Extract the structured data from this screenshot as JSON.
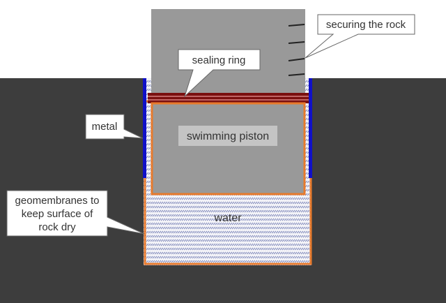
{
  "labels": {
    "securing_rock": "securing the rock",
    "sealing_ring": "sealing ring",
    "metal": "metal",
    "swimming_piston": "swimming piston",
    "water": "water",
    "geomembranes_line1": "geomembranes to",
    "geomembranes_line2": "keep surface of",
    "geomembranes_line3": "rock dry"
  },
  "colors": {
    "ground": "#3d3d3d",
    "rock": "#999999",
    "metal": "#1010c8",
    "sealing_ring": "#7a1010",
    "geomembrane": "#e87a2c",
    "water_hatch": "#7a84b8"
  }
}
